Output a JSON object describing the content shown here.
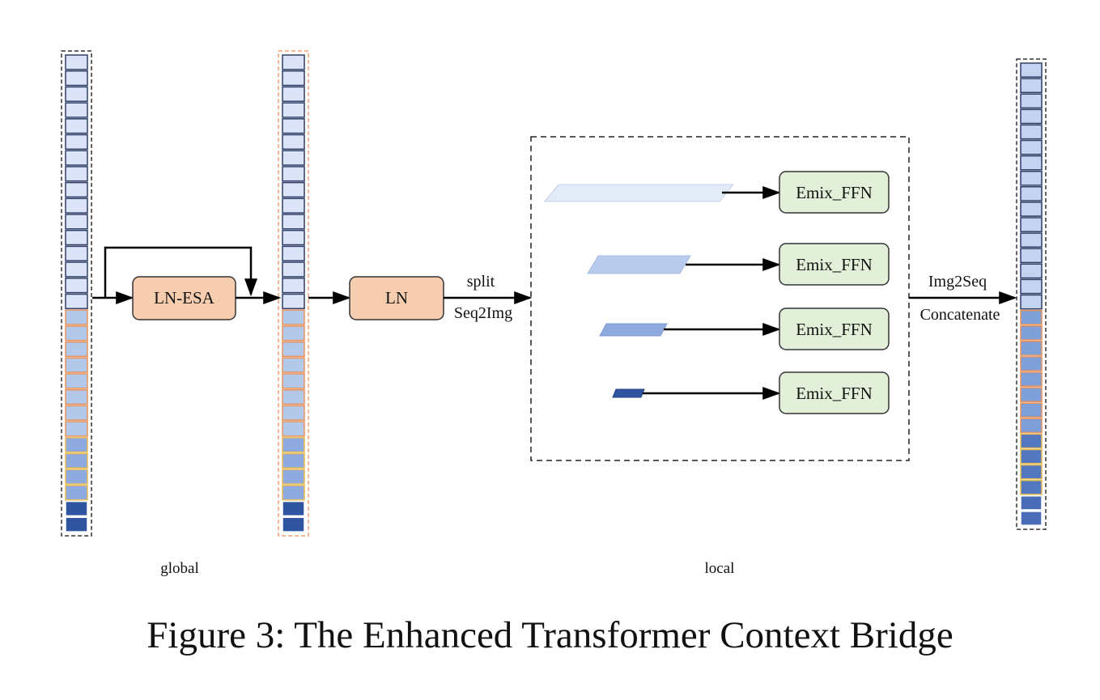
{
  "figure": {
    "caption": "Figure 3: The Enhanced Transformer Context Bridge"
  },
  "blocks": {
    "ln_esa": "LN-ESA",
    "ln": "LN",
    "emix_ffn": [
      "Emix_FFN",
      "Emix_FFN",
      "Emix_FFN",
      "Emix_FFN"
    ]
  },
  "edge_labels": {
    "split": "split",
    "seq2img": "Seq2Img",
    "img2seq": "Img2Seq",
    "concatenate": "Concatenate"
  },
  "section_labels": {
    "global": "global",
    "local": "local"
  },
  "token_column_left": {
    "groups": [
      {
        "count": 16,
        "fill": "#dae3f7",
        "border": "#2f3f66"
      },
      {
        "count": 8,
        "fill": "#b4c8ea",
        "border": "#e8925a"
      },
      {
        "count": 4,
        "fill": "#8eaadf",
        "border": "#e8bd52"
      },
      {
        "count": 2,
        "fill": "#2f55a0",
        "border": "#ffffff"
      }
    ],
    "frame_color": "#333333"
  },
  "token_column_mid": {
    "groups": [
      {
        "count": 16,
        "fill": "#dae3f7",
        "border": "#2f3f66"
      },
      {
        "count": 8,
        "fill": "#b4c8ea",
        "border": "#e8925a"
      },
      {
        "count": 4,
        "fill": "#8eaadf",
        "border": "#e8bd52"
      },
      {
        "count": 2,
        "fill": "#2f55a0",
        "border": "#ffffff"
      }
    ],
    "frame_color": "#f0a070"
  },
  "token_column_right": {
    "groups": [
      {
        "count": 16,
        "fill": "#c4d4f0",
        "border": "#2f3f66"
      },
      {
        "count": 8,
        "fill": "#7f9fd8",
        "border": "#e8925a"
      },
      {
        "count": 4,
        "fill": "#5478c0",
        "border": "#e8bd52"
      },
      {
        "count": 2,
        "fill": "#4a6cb8",
        "border": "#ffffff"
      }
    ],
    "frame_color": "#333333"
  },
  "feature_maps": [
    {
      "fill": "#e3eaf8"
    },
    {
      "fill": "#b8cbec"
    },
    {
      "fill": "#8eaadf"
    },
    {
      "fill": "#2f55a0"
    }
  ],
  "colors": {
    "esa_block": "#f7cdb0",
    "ffn_block": "#e3f0d9",
    "block_stroke": "#333333",
    "arrow": "#000000"
  }
}
